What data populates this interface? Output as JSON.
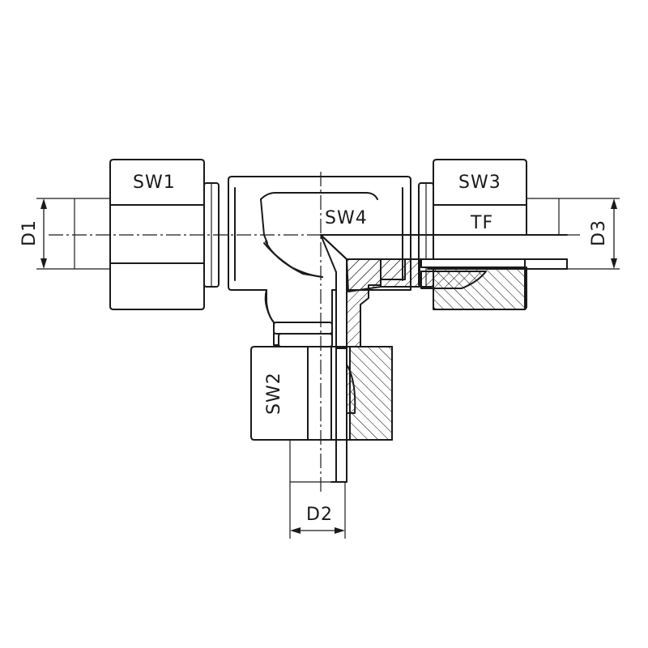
{
  "labels": {
    "sw1": "SW1",
    "sw2": "SW2",
    "sw3": "SW3",
    "sw4": "SW4",
    "tf": "TF",
    "d1": "D1",
    "d2": "D2",
    "d3": "D3"
  }
}
